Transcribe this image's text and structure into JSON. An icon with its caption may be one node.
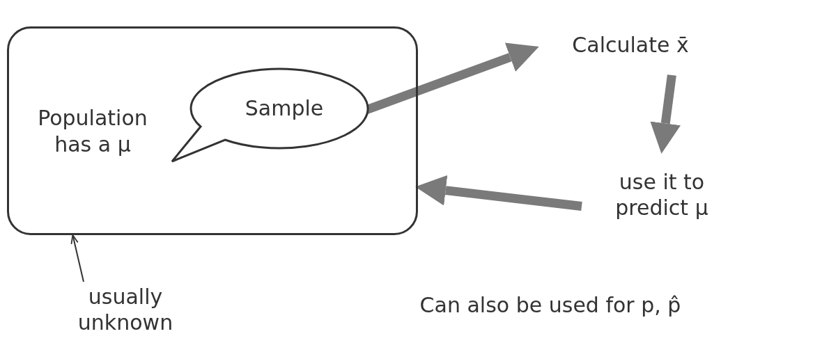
{
  "diagram": {
    "nodes": [
      {
        "text": [
          "Population has a μ"
        ]
      },
      {
        "text": [
          "Sample"
        ],
        "in": 0
      },
      {
        "text": [
          "Calculate x̄"
        ]
      },
      {
        "text": [
          "use it to predict μ"
        ]
      },
      {
        "text": [
          "usually unknown"
        ]
      }
    ],
    "edges": [
      {
        "from": 1,
        "to": 2,
        "arrow": "to"
      },
      {
        "from": 2,
        "to": 3,
        "arrow": "to"
      },
      {
        "from": 3,
        "to": 0,
        "arrow": "to"
      },
      {
        "from": 4,
        "to": 0,
        "arrow": "to",
        "color": "#333333"
      }
    ],
    "labels": [
      "Can also be used for p, p̂"
    ]
  }
}
